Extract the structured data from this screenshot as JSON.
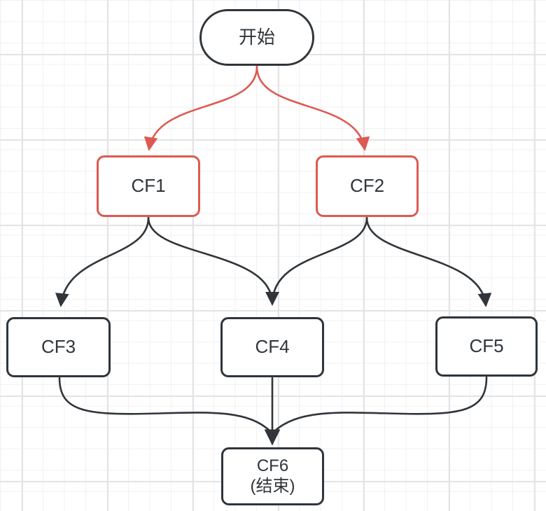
{
  "diagram": {
    "type": "flowchart",
    "background": "grid",
    "colors": {
      "node_stroke_dark": "#2f353a",
      "node_stroke_red": "#dc5a52",
      "edge_dark": "#2f353a",
      "edge_red": "#dc5a52",
      "node_fill": "#ffffff",
      "text": "#2f353a",
      "grid_minor": "#f1f1f1",
      "grid_major": "#e3e3e3"
    },
    "nodes": {
      "start": {
        "label": "开始",
        "shape": "stadium",
        "stroke": "#2f353a"
      },
      "cf1": {
        "label": "CF1",
        "shape": "rounded-rect",
        "stroke": "#dc5a52"
      },
      "cf2": {
        "label": "CF2",
        "shape": "rounded-rect",
        "stroke": "#dc5a52"
      },
      "cf3": {
        "label": "CF3",
        "shape": "rounded-rect",
        "stroke": "#2f353a"
      },
      "cf4": {
        "label": "CF4",
        "shape": "rounded-rect",
        "stroke": "#2f353a"
      },
      "cf5": {
        "label": "CF5",
        "shape": "rounded-rect",
        "stroke": "#2f353a"
      },
      "cf6": {
        "label": "CF6",
        "sublabel": "(结束)",
        "shape": "rounded-rect",
        "stroke": "#2f353a"
      }
    },
    "edges": [
      {
        "from": "开始",
        "to": "CF1",
        "color": "#dc5a52",
        "arrow": true
      },
      {
        "from": "开始",
        "to": "CF2",
        "color": "#dc5a52",
        "arrow": true
      },
      {
        "from": "CF1",
        "to": "CF3",
        "color": "#2f353a",
        "arrow": true
      },
      {
        "from": "CF1",
        "to": "CF4",
        "color": "#2f353a",
        "arrow": true
      },
      {
        "from": "CF2",
        "to": "CF4",
        "color": "#2f353a",
        "arrow": true
      },
      {
        "from": "CF2",
        "to": "CF5",
        "color": "#2f353a",
        "arrow": true
      },
      {
        "from": "CF3",
        "to": "CF6",
        "color": "#2f353a",
        "arrow": true
      },
      {
        "from": "CF4",
        "to": "CF6",
        "color": "#2f353a",
        "arrow": true
      },
      {
        "from": "CF5",
        "to": "CF6",
        "color": "#2f353a",
        "arrow": true
      }
    ]
  }
}
